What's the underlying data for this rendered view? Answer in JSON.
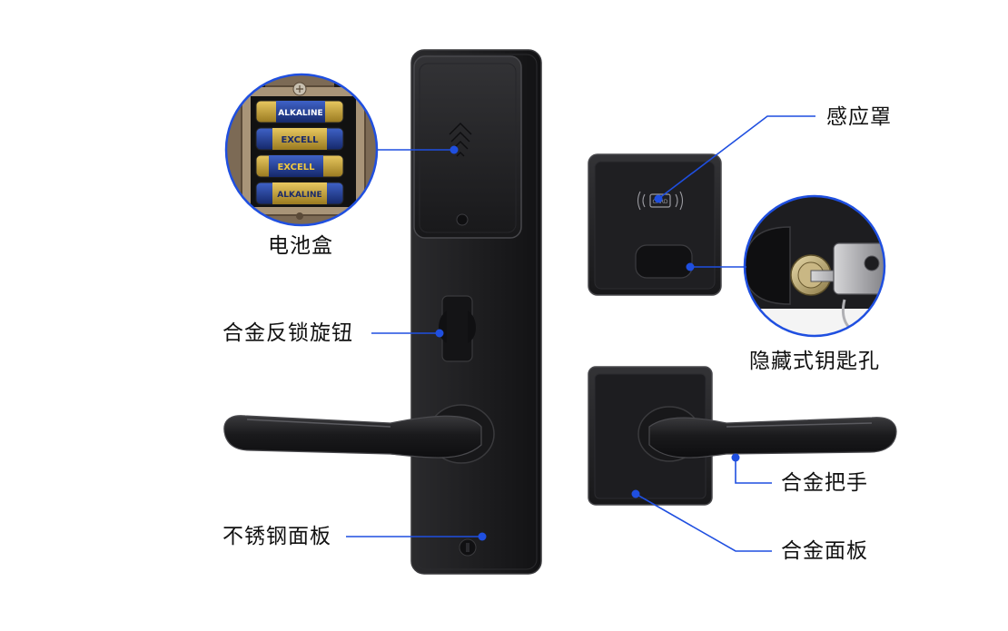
{
  "labels": {
    "battery_box": "电池盒",
    "sensor_cover": "感应罩",
    "deadbolt_knob": "合金反锁旋钮",
    "hidden_keyhole": "隐藏式钥匙孔",
    "alloy_handle": "合金把手",
    "steel_panel": "不锈钢面板",
    "alloy_panel": "合金面板"
  },
  "product_text": {
    "card_icon_text": "CARD",
    "battery_brand_1": "ALKALINE",
    "battery_brand_2": "EXCELL"
  },
  "colors": {
    "callout_line": "#1f4fe0",
    "lock_body": "#1b1b1d",
    "lock_edge": "#3a3a3d",
    "label_text": "#111111"
  }
}
